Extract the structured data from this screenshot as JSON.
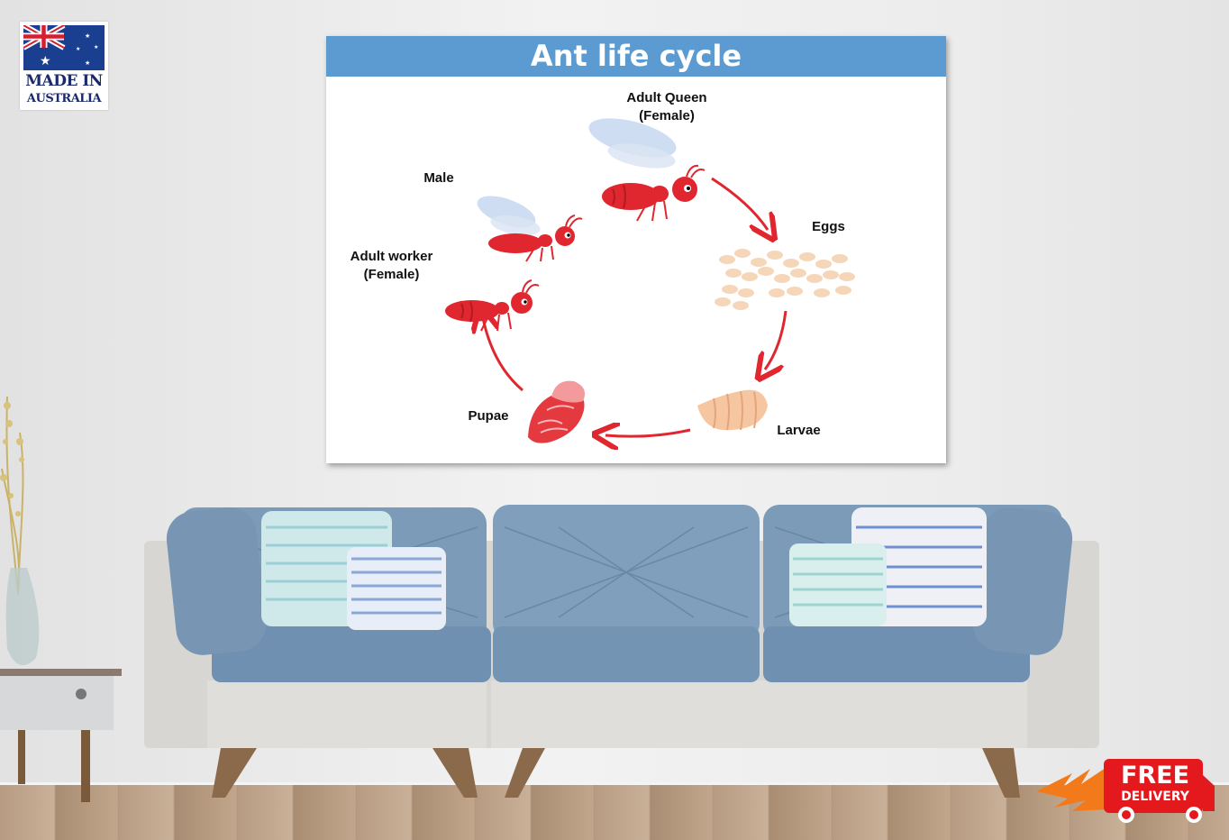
{
  "badge": {
    "line1": "MADE IN",
    "line2": "AUSTRALIA",
    "flag_icon": "australian-flag-icon"
  },
  "poster": {
    "title": "Ant life cycle",
    "header_color": "#5b9bd2",
    "accent_color": "#e0262e",
    "stages": {
      "queen_line1": "Adult Queen",
      "queen_line2": "(Female)",
      "eggs": "Eggs",
      "larvae": "Larvae",
      "pupae": "Pupae",
      "worker_line1": "Adult worker",
      "worker_line2": "(Female)",
      "male": "Male"
    }
  },
  "delivery": {
    "line1": "FREE",
    "line2": "DELIVERY",
    "icon": "delivery-truck-icon"
  }
}
